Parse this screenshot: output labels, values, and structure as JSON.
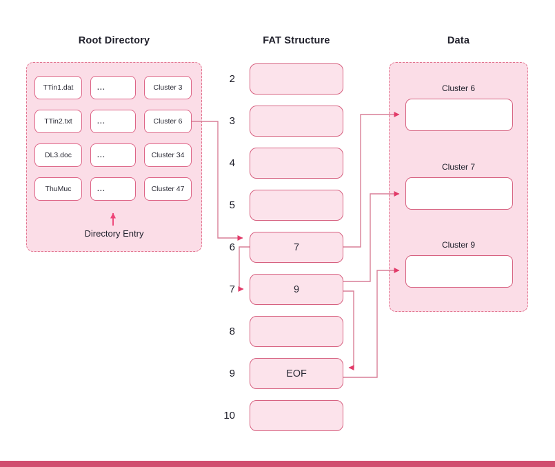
{
  "titles": {
    "root": "Root Directory",
    "fat": "FAT Structure",
    "data": "Data"
  },
  "root_directory": {
    "rows": [
      {
        "name": "TTin1.dat",
        "middle": "...",
        "cluster": "Cluster 3"
      },
      {
        "name": "TTin2.txt",
        "middle": "...",
        "cluster": "Cluster 6"
      },
      {
        "name": "DL3.doc",
        "middle": "...",
        "cluster": "Cluster 34"
      },
      {
        "name": "ThuMuc",
        "middle": "...",
        "cluster": "Cluster 47"
      }
    ],
    "annotation": "Directory Entry"
  },
  "fat": {
    "rows": [
      {
        "index": "2",
        "value": ""
      },
      {
        "index": "3",
        "value": ""
      },
      {
        "index": "4",
        "value": ""
      },
      {
        "index": "5",
        "value": ""
      },
      {
        "index": "6",
        "value": "7"
      },
      {
        "index": "7",
        "value": "9"
      },
      {
        "index": "8",
        "value": ""
      },
      {
        "index": "9",
        "value": "EOF"
      },
      {
        "index": "10",
        "value": ""
      }
    ]
  },
  "data_area": {
    "clusters": [
      {
        "label": "Cluster 6"
      },
      {
        "label": "Cluster 7"
      },
      {
        "label": "Cluster 9"
      }
    ]
  },
  "colors": {
    "panel_fill": "#fbdde7",
    "panel_border": "#e2738e",
    "box_border": "#dd6486",
    "fat_box_fill": "#fce3eb",
    "connector_line": "#d87f97",
    "arrowhead": "#e23a68",
    "annotation_arrow": "#ee4377",
    "bottom_bar": "#d04e6f",
    "text_dark": "#23232e"
  }
}
